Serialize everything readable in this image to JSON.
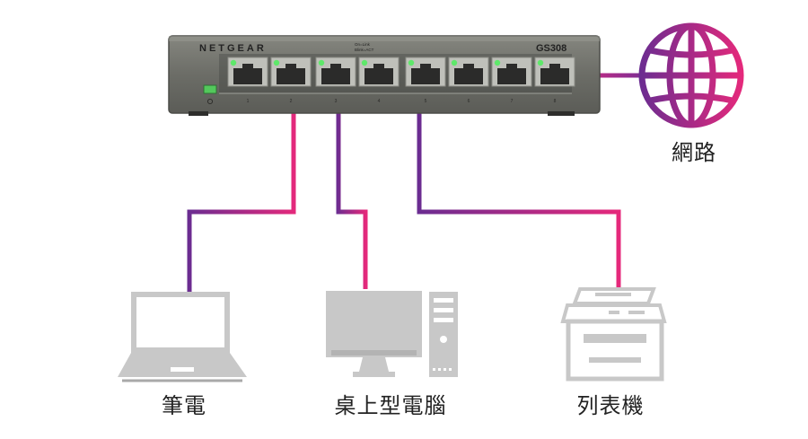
{
  "switch": {
    "brand": "NETGEAR",
    "model": "GS308",
    "led_legend_line1": "On=Link",
    "led_legend_line2": "Blink=ACT",
    "port_numbers": [
      "1",
      "2",
      "3",
      "4",
      "5",
      "6",
      "7",
      "8"
    ],
    "led_color": "#5ee86a",
    "body_color": "#6e6f69"
  },
  "devices": {
    "laptop_label": "筆電",
    "desktop_label": "桌上型電腦",
    "printer_label": "列表機",
    "internet_label": "網路"
  },
  "colors": {
    "cable_start": "#6a2c91",
    "cable_end": "#e6297b",
    "device_gray": "#c8c8c8"
  }
}
